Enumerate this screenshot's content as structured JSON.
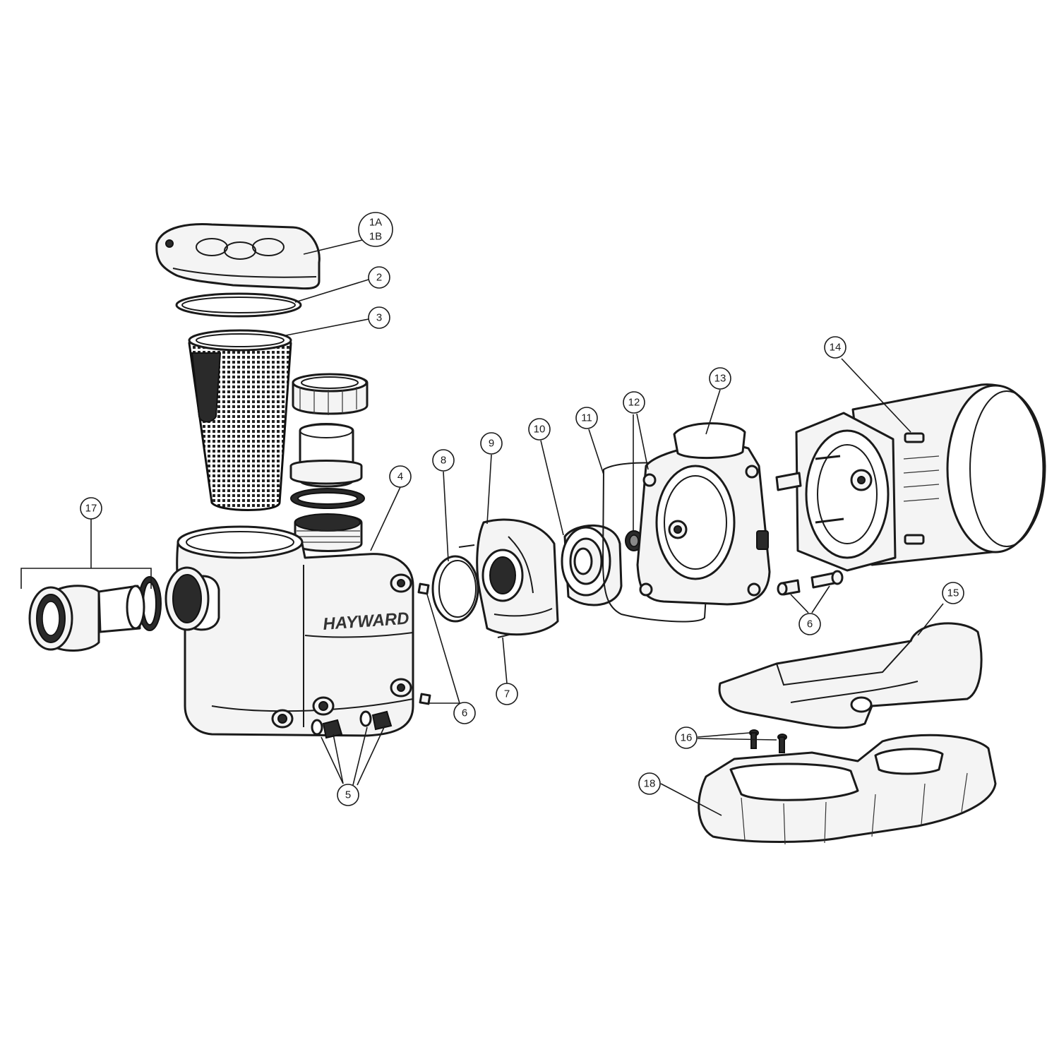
{
  "diagram": {
    "brand_text": "HAYWARD",
    "callouts": {
      "c1a": "1A",
      "c1b": "1B",
      "c2": "2",
      "c3": "3",
      "c4": "4",
      "c5": "5",
      "c6a": "6",
      "c6b": "6",
      "c7": "7",
      "c8": "8",
      "c9": "9",
      "c10": "10",
      "c11": "11",
      "c12": "12",
      "c13": "13",
      "c14": "14",
      "c15": "15",
      "c16": "16",
      "c17": "17",
      "c18": "18"
    }
  }
}
